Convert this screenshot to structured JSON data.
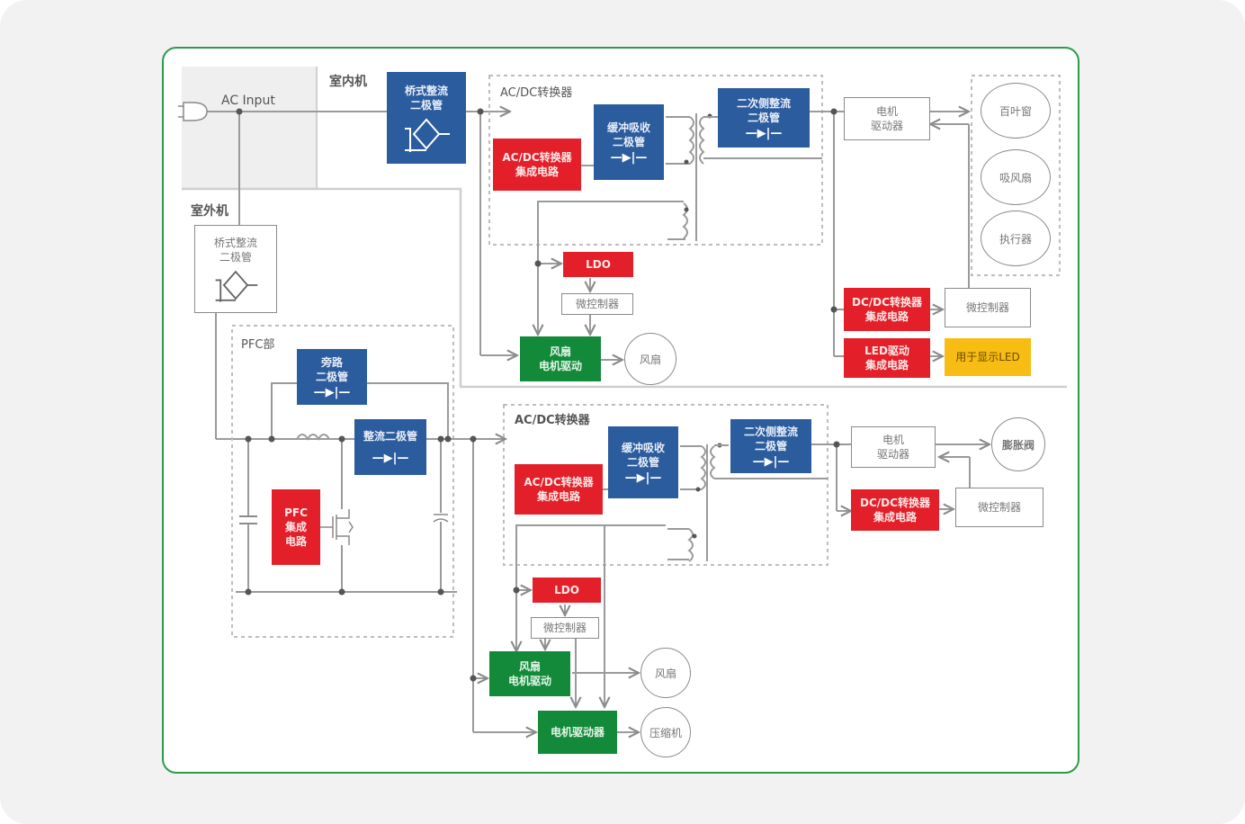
{
  "diagram": {
    "labels": {
      "ac_input": "AC Input",
      "indoor_unit": "室内机",
      "outdoor_unit": "室外机",
      "pfc_section": "PFC部",
      "acdc_converter_top": "AC/DC转换器",
      "acdc_converter_bottom": "AC/DC转换器"
    },
    "indoor": {
      "bridge_rectifier": [
        "桥式整流",
        "二极管"
      ],
      "snubber_diode": [
        "缓冲吸收",
        "二极管"
      ],
      "acdc_ic": [
        "AC/DC转换器",
        "集成电路"
      ],
      "secondary_rectifier": [
        "二次侧整流",
        "二极管"
      ],
      "motor_driver": [
        "电机",
        "驱动器"
      ],
      "ldo": "LDO",
      "microcontroller": "微控制器",
      "fan_motor_driver": [
        "风扇",
        "电机驱动"
      ],
      "fan": "风扇",
      "dcdc_ic": [
        "DC/DC转换器",
        "集成电路"
      ],
      "microcontroller_right": "微控制器",
      "led_driver_ic": [
        "LED驱动",
        "集成电路"
      ],
      "display_led": "用于显示LED",
      "louver": "百叶窗",
      "blower": "吸风扇",
      "actuator": "执行器"
    },
    "outdoor": {
      "bridge_rectifier": [
        "桥式整流",
        "二极管"
      ],
      "bypass_diode": [
        "旁路",
        "二极管"
      ],
      "rectifier_diode": "整流二极管",
      "pfc_ic": [
        "PFC",
        "集成",
        "电路"
      ],
      "snubber_diode": [
        "缓冲吸收",
        "二极管"
      ],
      "acdc_ic": [
        "AC/DC转换器",
        "集成电路"
      ],
      "secondary_rectifier": [
        "二次侧整流",
        "二极管"
      ],
      "motor_driver": [
        "电机",
        "驱动器"
      ],
      "expansion_valve": "膨胀阀",
      "dcdc_ic": [
        "DC/DC转换器",
        "集成电路"
      ],
      "microcontroller_right": "微控制器",
      "ldo": "LDO",
      "microcontroller": "微控制器",
      "fan_motor_driver": [
        "风扇",
        "电机驱动"
      ],
      "fan": "风扇",
      "compressor_driver": "电机驱动器",
      "compressor": "压缩机"
    },
    "icons": {
      "diode": "diode-symbol",
      "bridge": "bridge-rectifier-symbol",
      "plug": "ac-plug-symbol",
      "transformer": "transformer-symbol",
      "inductor": "inductor-symbol",
      "capacitor": "capacitor-symbol",
      "mosfet": "mosfet-symbol"
    },
    "colors": {
      "power_diode": "#2b5c9e",
      "ic": "#e3202a",
      "motor_driver": "#138a3a",
      "led": "#f7bd14",
      "frame": "#2e9a4a"
    }
  }
}
